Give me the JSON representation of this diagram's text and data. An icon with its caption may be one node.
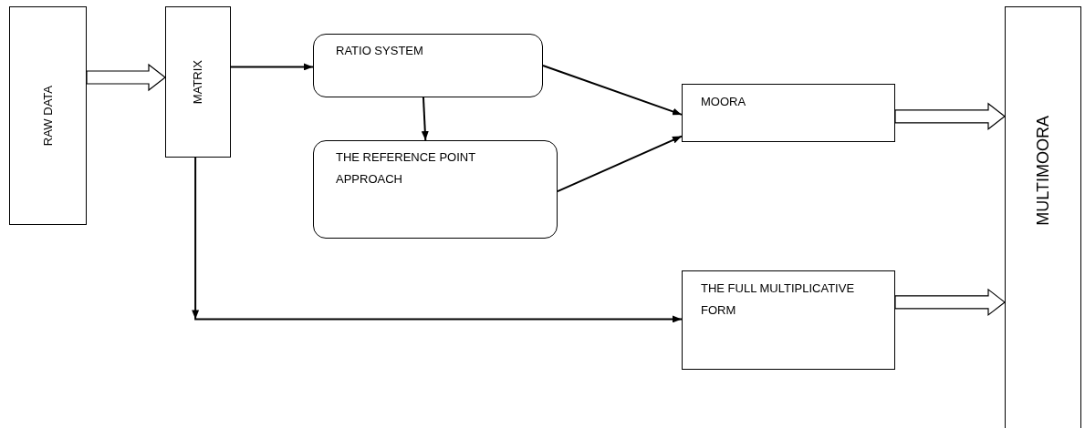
{
  "diagram": {
    "nodes": [
      {
        "text": [
          "RAW DATA"
        ]
      },
      {
        "text": [
          "MATRIX"
        ]
      },
      {
        "text": [
          "RATIO SYSTEM"
        ]
      },
      {
        "text": [
          "THE REFERENCE POINT APPROACH"
        ]
      },
      {
        "text": [
          "MOORA"
        ]
      },
      {
        "text": [
          "THE FULL MULTIPLICATIVE FORM"
        ]
      },
      {
        "text": [
          "MULTIMOORA"
        ]
      }
    ],
    "edges": [
      {
        "from": 0,
        "to": 1,
        "arrow": "to",
        "style": "thick"
      },
      {
        "from": 1,
        "to": 2,
        "arrow": "to"
      },
      {
        "from": 2,
        "to": 3,
        "arrow": "to"
      },
      {
        "from": 2,
        "to": 4,
        "arrow": "to"
      },
      {
        "from": 3,
        "to": 4,
        "arrow": "to"
      },
      {
        "from": 1,
        "to": 5,
        "arrow": "to"
      },
      {
        "from": 4,
        "to": 6,
        "arrow": "to",
        "style": "thick"
      },
      {
        "from": 5,
        "to": 6,
        "arrow": "to",
        "style": "thick"
      }
    ]
  }
}
